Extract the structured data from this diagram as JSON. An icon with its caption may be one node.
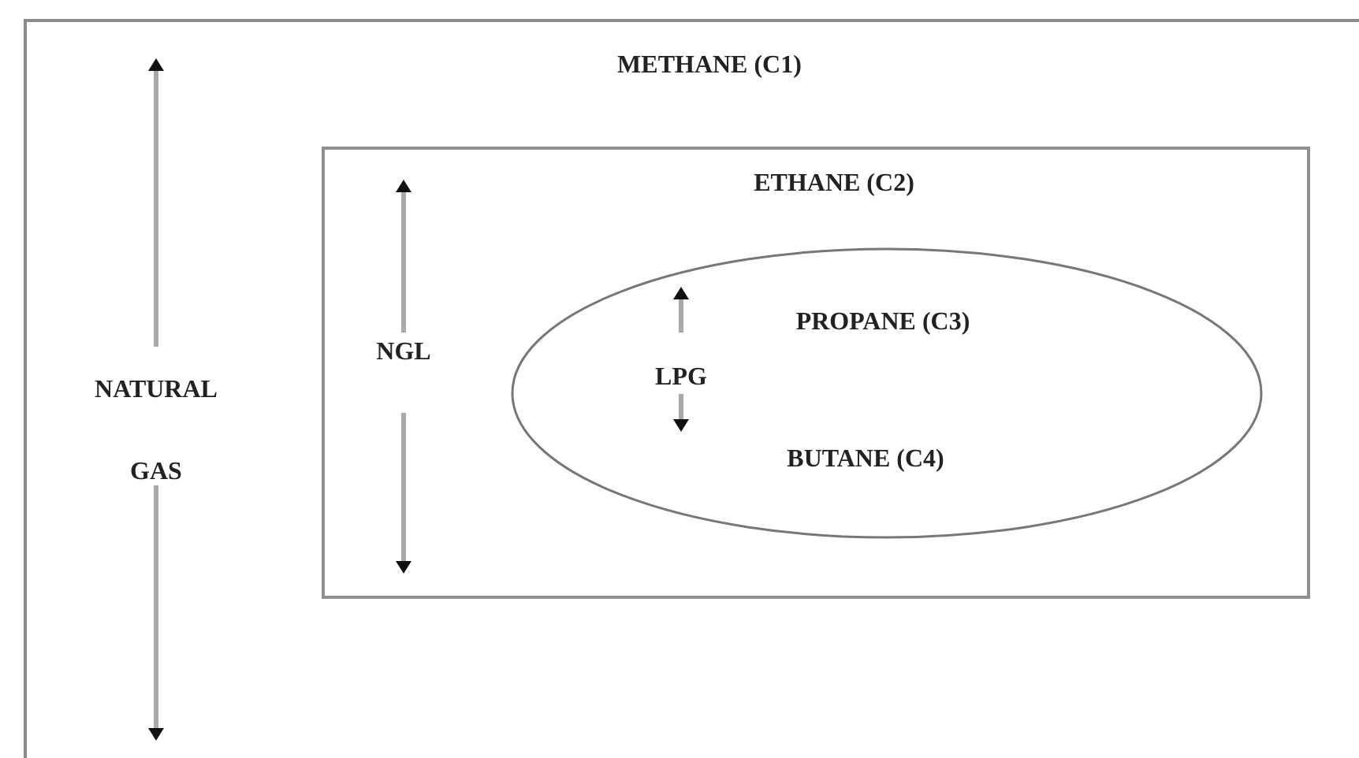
{
  "diagram": {
    "nodes": [
      {
        "text": [
          "METHANE (C1)",
          "NATURAL GAS"
        ]
      },
      {
        "text": [
          "ETHANE (C2)",
          "NGL"
        ],
        "in": 0
      },
      {
        "text": [
          "PROPANE (C3)",
          "LPG",
          "BUTANE (C4)"
        ],
        "in": 1
      }
    ]
  }
}
